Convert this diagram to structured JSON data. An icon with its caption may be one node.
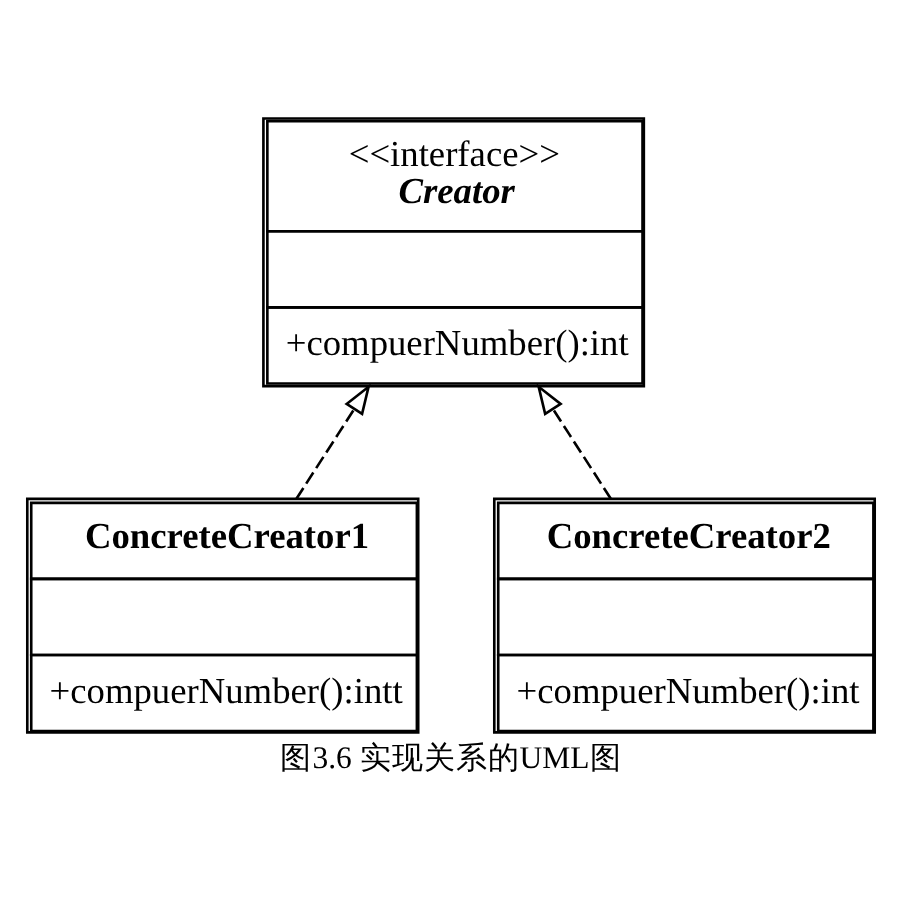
{
  "diagram": {
    "caption": "图3.6 实现关系的UML图",
    "nodes": [
      {
        "text": [
          "<<interface>>",
          "Creator",
          "+compuerNumber():int"
        ]
      },
      {
        "text": [
          "ConcreteCreator1",
          "+compuerNumber():intt"
        ]
      },
      {
        "text": [
          "ConcreteCreator2",
          "+compuerNumber():int"
        ]
      }
    ],
    "edges": [
      {
        "from": 1,
        "to": 0,
        "arrow": "to",
        "style": "dashed"
      },
      {
        "from": 2,
        "to": 0,
        "arrow": "to",
        "style": "dashed"
      }
    ]
  }
}
